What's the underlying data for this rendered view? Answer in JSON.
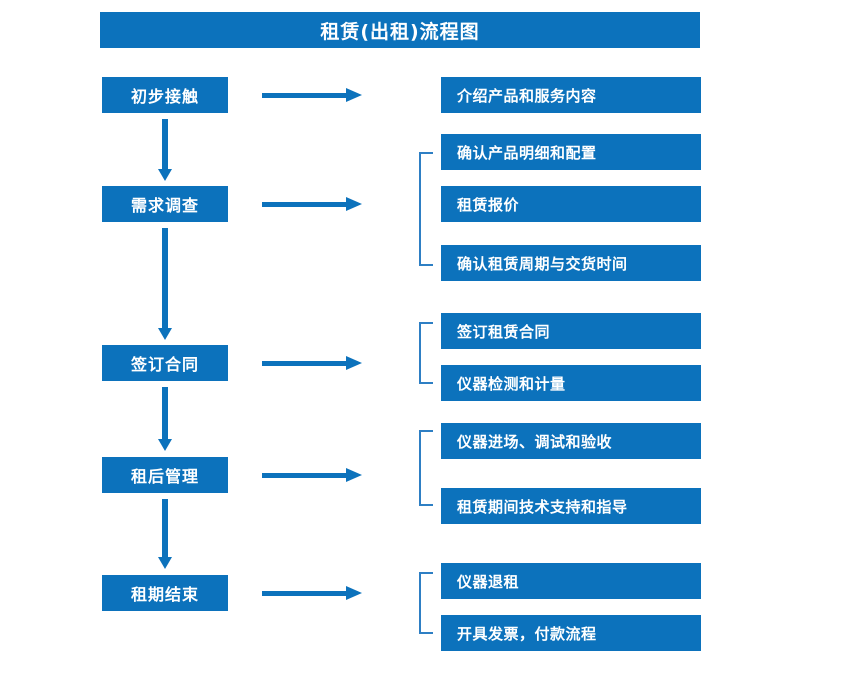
{
  "diagram": {
    "title": "租赁(出租)流程图",
    "colors": {
      "accent": "#0C72BC",
      "bracket": "#2E7FC4",
      "text": "#FFFFFF",
      "background": "#FFFFFF"
    },
    "stages": [
      {
        "id": "initial-contact",
        "label": "初步接触",
        "details": [
          "介绍产品和服务内容"
        ],
        "bracket": false
      },
      {
        "id": "demand-survey",
        "label": "需求调查",
        "details": [
          "确认产品明细和配置",
          "租赁报价",
          "确认租赁周期与交货时间"
        ],
        "bracket": true
      },
      {
        "id": "sign-contract",
        "label": "签订合同",
        "details": [
          "签订租赁合同",
          "仪器检测和计量"
        ],
        "bracket": true
      },
      {
        "id": "post-rental-management",
        "label": "租后管理",
        "details": [
          "仪器进场、调试和验收",
          "租赁期间技术支持和指导"
        ],
        "bracket": true
      },
      {
        "id": "rental-end",
        "label": "租期结束",
        "details": [
          "仪器退租",
          "开具发票，付款流程"
        ],
        "bracket": true
      }
    ],
    "details_flat": [
      "介绍产品和服务内容",
      "确认产品明细和配置",
      "租赁报价",
      "确认租赁周期与交货时间",
      "签订租赁合同",
      "仪器检测和计量",
      "仪器进场、调试和验收",
      "租赁期间技术支持和指导",
      "仪器退租",
      "开具发票，付款流程"
    ],
    "connectors": {
      "horizontal_arrow": "right-arrow-icon",
      "vertical_arrow": "down-arrow-icon",
      "group_bracket": "left-bracket-icon"
    }
  }
}
